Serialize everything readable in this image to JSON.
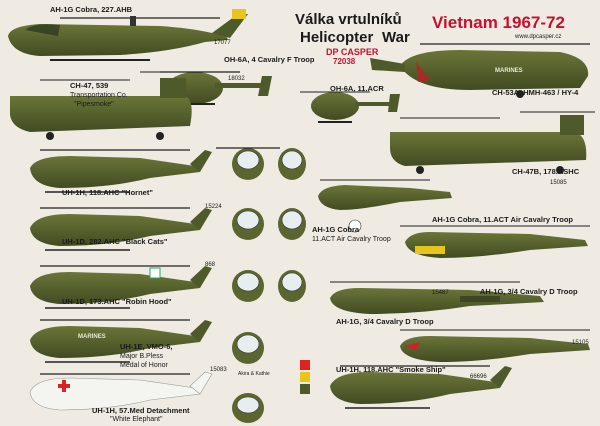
{
  "header": {
    "title_cz": "Válka vrtulníků",
    "title_en_1": "Helicopter",
    "title_en_2": "War",
    "title_right": "Vietnam 1967-72",
    "brand": "DP CASPER",
    "catalog_no": "72038",
    "website": "www.dpcasper.cz"
  },
  "captions": {
    "ah1g_top": "AH-1G Cobra, 227.AHB",
    "oh6a_4cav_1": "OH-6A, 4 Cavalry F Troop",
    "ch47_1": "CH-47, 539",
    "ch47_2": "Transportation Co.",
    "ch47_3": "\"Pipesmoke\"",
    "oh6a_11acr_1": "OH-6A, 11.ACR",
    "ch53a": "CH-53A, HMH-463 / HY-4",
    "ch47b": "CH-47B, 178.ASHC",
    "uh1h_homer_1": "UH-1H, 118.AHC \"Hornet\"",
    "uh1d_blackcats": "UH-1D, 282.AHC \"Black Cats\"",
    "ah1g_11act_1": "AH-1G Cobra",
    "ah1g_11act_2": "11.ACT Air Cavalry Troop",
    "ah1g_right_1": "AH-1G Cobra, 11.ACT Air Cavalry Troop",
    "uh1d_robinhood": "UH-1D, 173.AHC \"Robin Hood\"",
    "ah1g_3cav": "AH-1G, 3/4 Cavalry D Troop",
    "uh1e_1": "UH-1E, VMO-6,",
    "uh1e_2": "Major B.Pless",
    "uh1e_3": "Medal of Honor",
    "ah1g_3cav_2": "AH-1G, 3/4 Cavalry D Troop",
    "uh1h_medic_1": "UH-1H, 57.Med Detachment",
    "uh1h_medic_2": "\"White Elephant\"",
    "uh1h_smoke": "UH-1H, 118.AHC \"Smoke Ship\"",
    "marines": "MARINES",
    "tailnums": {
      "ah1g_top": "17077",
      "oh6a": "18032",
      "ch47b": "15085",
      "uh1d_a": "15224",
      "uh1d_b": "868",
      "ah1g_r": "15487",
      "ah1g_r2": "15105",
      "smoke": "66696",
      "medic": "15083"
    },
    "misc": {
      "kill_marks": "Akira & Kathie"
    }
  },
  "colors": {
    "olive": "#4f5a2a",
    "olive_dark": "#3d4620",
    "olive_light": "#6b7538",
    "title_red": "#c8102e",
    "bg": "#efebe2"
  }
}
